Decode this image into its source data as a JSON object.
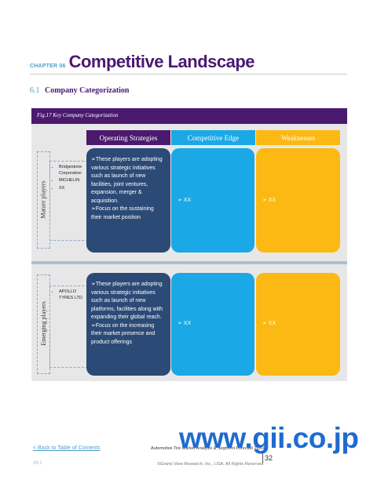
{
  "chapter": {
    "label": "CHAPTER 06",
    "title": "Competitive Landscape"
  },
  "section": {
    "number": "6.1",
    "title": "Company Categorization"
  },
  "figure": {
    "title": "Fig.17  Key Company Categorization"
  },
  "columns": {
    "strategies": "Operating Strategies",
    "edge": "Competitive Edge",
    "weaknesses": "Weaknesses"
  },
  "rows": [
    {
      "label": "Mature players",
      "companies": [
        "Bridgestone Corporation",
        "MICHELIN",
        "XX"
      ],
      "strategies": [
        "➢These players are adopting various strategic initiatives such as launch of new facilities, joint ventures, expansion, merger & acquisition.",
        "➢Focus on the sustaining their market position"
      ],
      "edge": "➢ XX",
      "weaknesses": "➢ XX"
    },
    {
      "label": "Emerging players",
      "companies": [
        "APOLLO TYRES LTD"
      ],
      "strategies": [
        "➢These players are adopting various strategic initiatives such as launch of new platforms, facilities along with expanding their global reach.",
        "➢Focus on the increasing their market presence and product offerings"
      ],
      "edge": "➢ XX",
      "weaknesses": "➢ XX"
    }
  ],
  "footer": {
    "back_link": "< Back to Table of Contents",
    "report_title": "Automotive Tire Market Analysis & Segment Forecast 2030",
    "copyright": "©Grand View Research, Inc., USA. All Rights Reserved",
    "page": "32",
    "faint": "49.2"
  },
  "watermark": "www.gii.co.jp"
}
